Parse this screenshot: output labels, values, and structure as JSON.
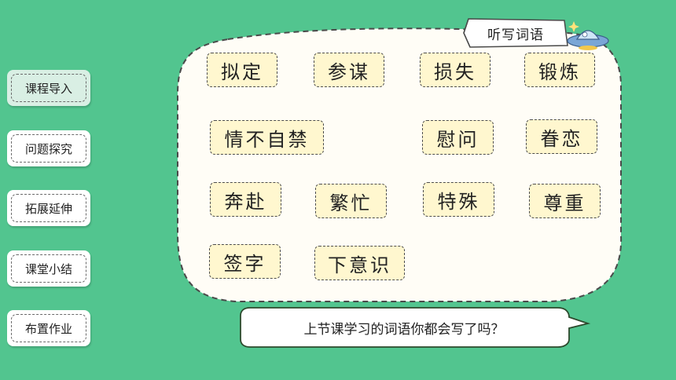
{
  "nav": {
    "items": [
      {
        "label": "课程导入",
        "active": true
      },
      {
        "label": "问题探究",
        "active": false
      },
      {
        "label": "拓展延伸",
        "active": false
      },
      {
        "label": "课堂小结",
        "active": false
      },
      {
        "label": "布置作业",
        "active": false
      }
    ]
  },
  "board": {
    "title": "听写词语",
    "words": [
      "拟定",
      "参谋",
      "损失",
      "锻炼",
      "情不自禁",
      "慰问",
      "眷恋",
      "奔赴",
      "繁忙",
      "特殊",
      "尊重",
      "签字",
      "下意识"
    ]
  },
  "bubble": {
    "text": "上节课学习的词语你都会写了吗？"
  },
  "colors": {
    "background": "#52c58f",
    "board": "#fffdf6",
    "card": "#fff7cf",
    "active_nav": "#d9efe4"
  },
  "icons": {
    "board_decoration": "spaceship-icon"
  }
}
